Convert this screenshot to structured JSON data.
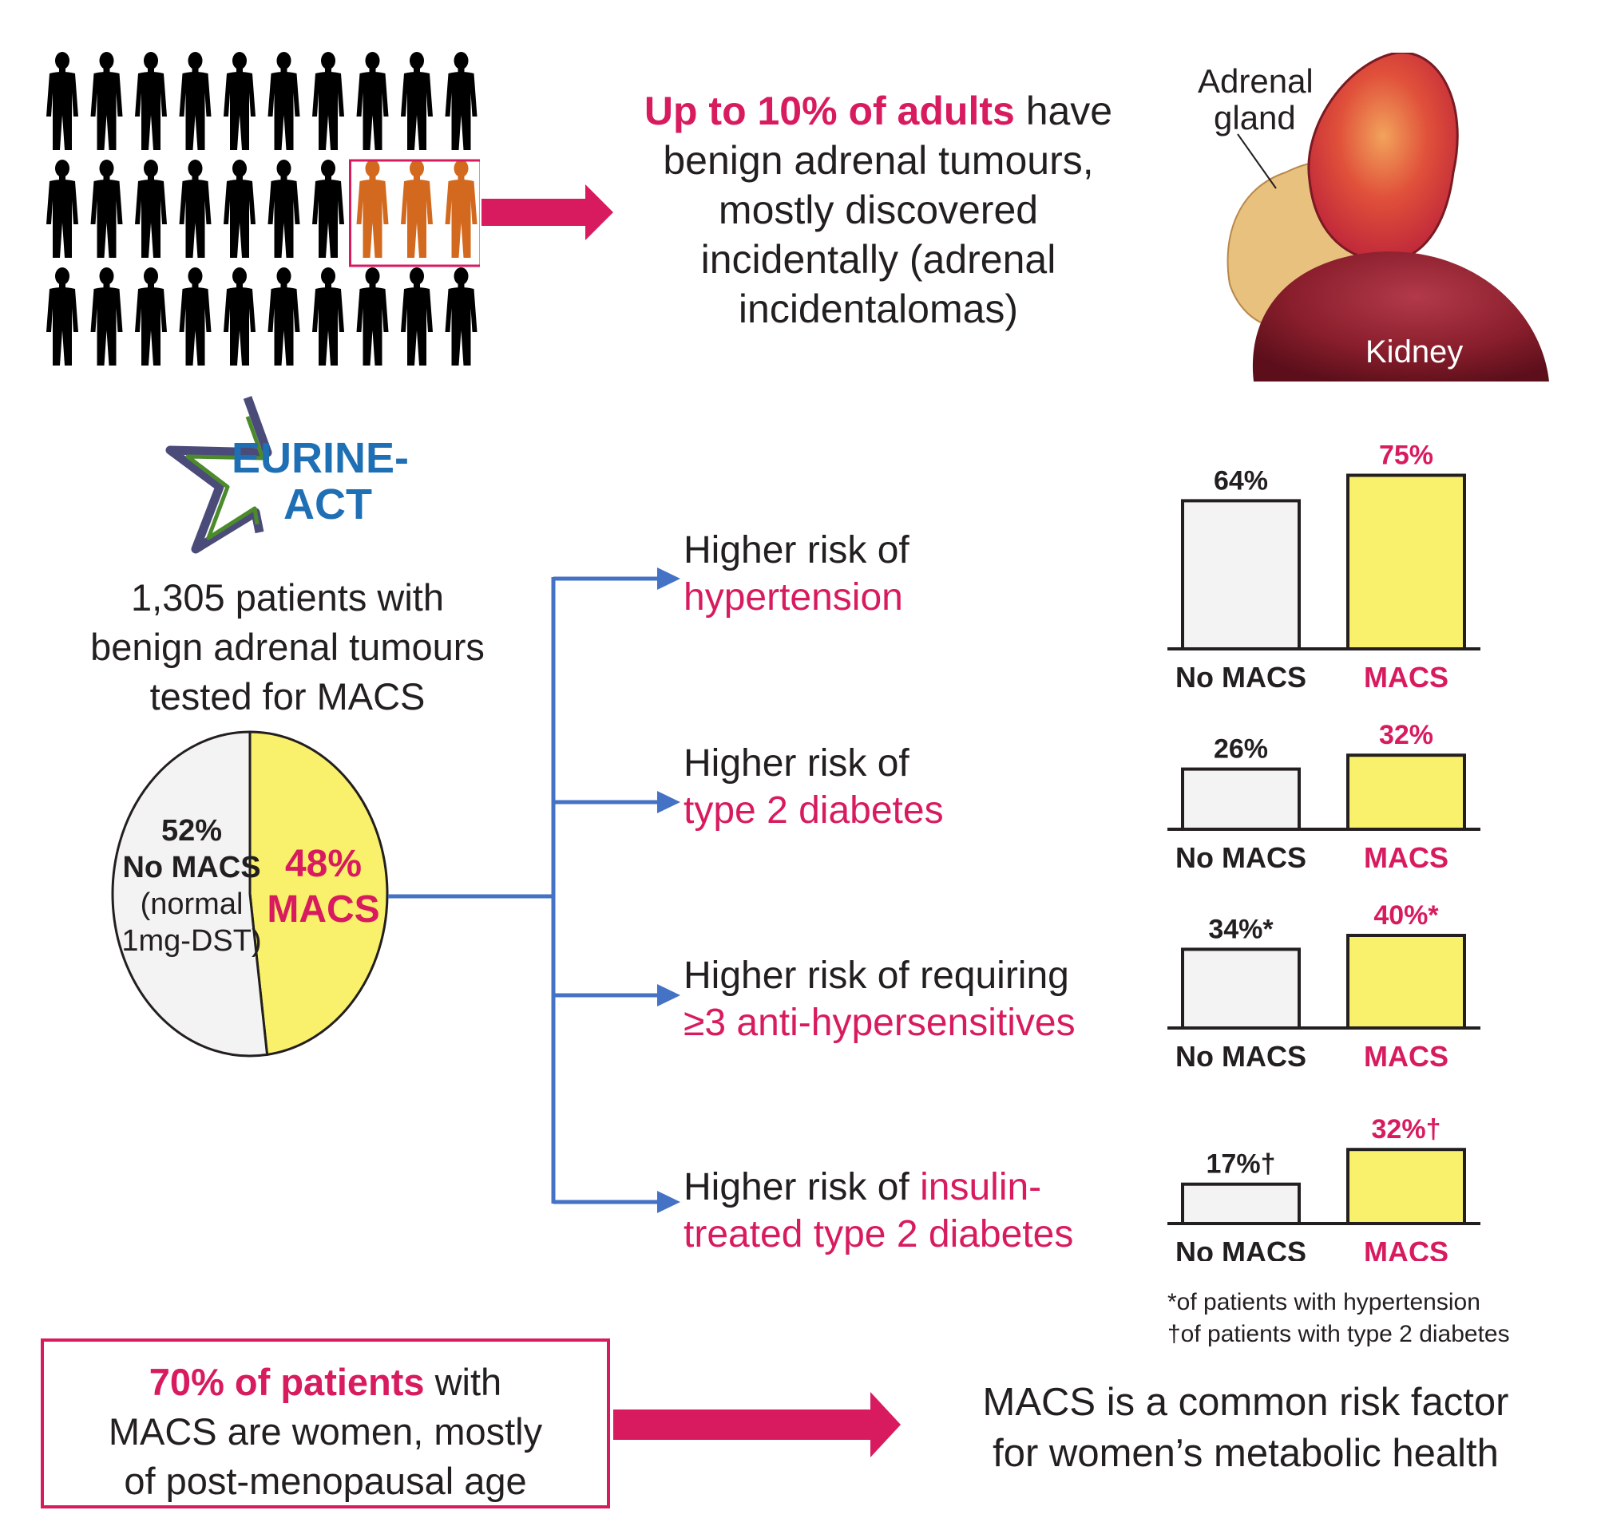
{
  "colors": {
    "accent": "#d81b5f",
    "macs_bar": "#f9f06b",
    "no_macs_bar": "#f3f3f3",
    "connector": "#4472c4",
    "highlight_people": "#d2691e",
    "logo_text": "#1f6fb5",
    "logo_star_outer": "#4b4b7a",
    "logo_star_inner": "#4c8b2b"
  },
  "people_grid": {
    "rows": 3,
    "cols": 10,
    "highlighted_count": 3,
    "highlighted_row": 2
  },
  "headline": {
    "highlight": "Up to 10% of adults",
    "rest_line1": " have",
    "lines": [
      "benign adrenal tumours,",
      "mostly discovered",
      "incidentally (adrenal",
      "incidentalomas)"
    ]
  },
  "anatomy": {
    "label_gland_1": "Adrenal",
    "label_gland_2": "gland",
    "label_kidney": "Kidney"
  },
  "logo": {
    "line1": "EURINE-",
    "line2": "ACT"
  },
  "cohort": {
    "lines": [
      "1,305 patients with",
      "benign adrenal tumours",
      "tested for MACS"
    ]
  },
  "risks": [
    {
      "prefix": "Higher risk of",
      "line2": "hypertension",
      "inline_highlight": ""
    },
    {
      "prefix": "Higher risk of",
      "line2": "type 2 diabetes",
      "inline_highlight": ""
    },
    {
      "prefix": "Higher risk of requiring",
      "line2": "≥3 anti-hypersensitives",
      "inline_highlight": ""
    },
    {
      "prefix": "Higher risk of ",
      "line2": "treated type 2 diabetes",
      "inline_highlight": "insulin-"
    }
  ],
  "footnotes": [
    "*of patients with hypertension",
    "†of patients with type 2 diabetes"
  ],
  "conclusion_box": {
    "highlight": "70% of patients",
    "rest_line1": " with",
    "lines": [
      "MACS are women, mostly",
      "of post-menopausal age"
    ]
  },
  "conclusion": {
    "lines": [
      "MACS is a common risk factor",
      "for women’s metabolic health"
    ]
  },
  "chart_data": [
    {
      "type": "pie",
      "title": "MACS status",
      "slices": [
        {
          "name": "MACS",
          "value": 48,
          "label_pct": "48%",
          "label": "MACS"
        },
        {
          "name": "No MACS",
          "value": 52,
          "label_pct": "52%",
          "label": "No MACS",
          "sublabel_1": "(normal",
          "sublabel_2": "1mg-DST)"
        }
      ]
    },
    {
      "type": "bar",
      "title": "Hypertension",
      "categories": [
        "No MACS",
        "MACS"
      ],
      "values": [
        64,
        75
      ],
      "labels": [
        "64%",
        "75%"
      ],
      "ylim": [
        0,
        100
      ]
    },
    {
      "type": "bar",
      "title": "Type 2 diabetes",
      "categories": [
        "No MACS",
        "MACS"
      ],
      "values": [
        26,
        32
      ],
      "labels": [
        "26%",
        "32%"
      ],
      "ylim": [
        0,
        100
      ]
    },
    {
      "type": "bar",
      "title": "Requiring ≥3 anti-hypersensitives",
      "categories": [
        "No MACS",
        "MACS"
      ],
      "values": [
        34,
        40
      ],
      "labels": [
        "34%*",
        "40%*"
      ],
      "ylim": [
        0,
        100
      ]
    },
    {
      "type": "bar",
      "title": "Insulin-treated type 2 diabetes",
      "categories": [
        "No MACS",
        "MACS"
      ],
      "values": [
        17,
        32
      ],
      "labels": [
        "17%†",
        "32%†"
      ],
      "ylim": [
        0,
        100
      ]
    }
  ]
}
